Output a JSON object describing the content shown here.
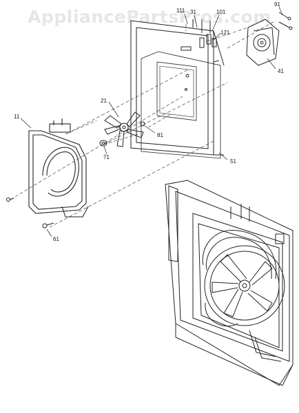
{
  "watermark": "AppliancePartsPros.com",
  "callouts": {
    "c111": "111",
    "c31": "31",
    "c101": "101",
    "c91": "91",
    "c121": "121",
    "c41": "41",
    "c21": "21",
    "c81": "81",
    "c11": "11",
    "c71": "71",
    "c51": "51",
    "c61": "61"
  }
}
